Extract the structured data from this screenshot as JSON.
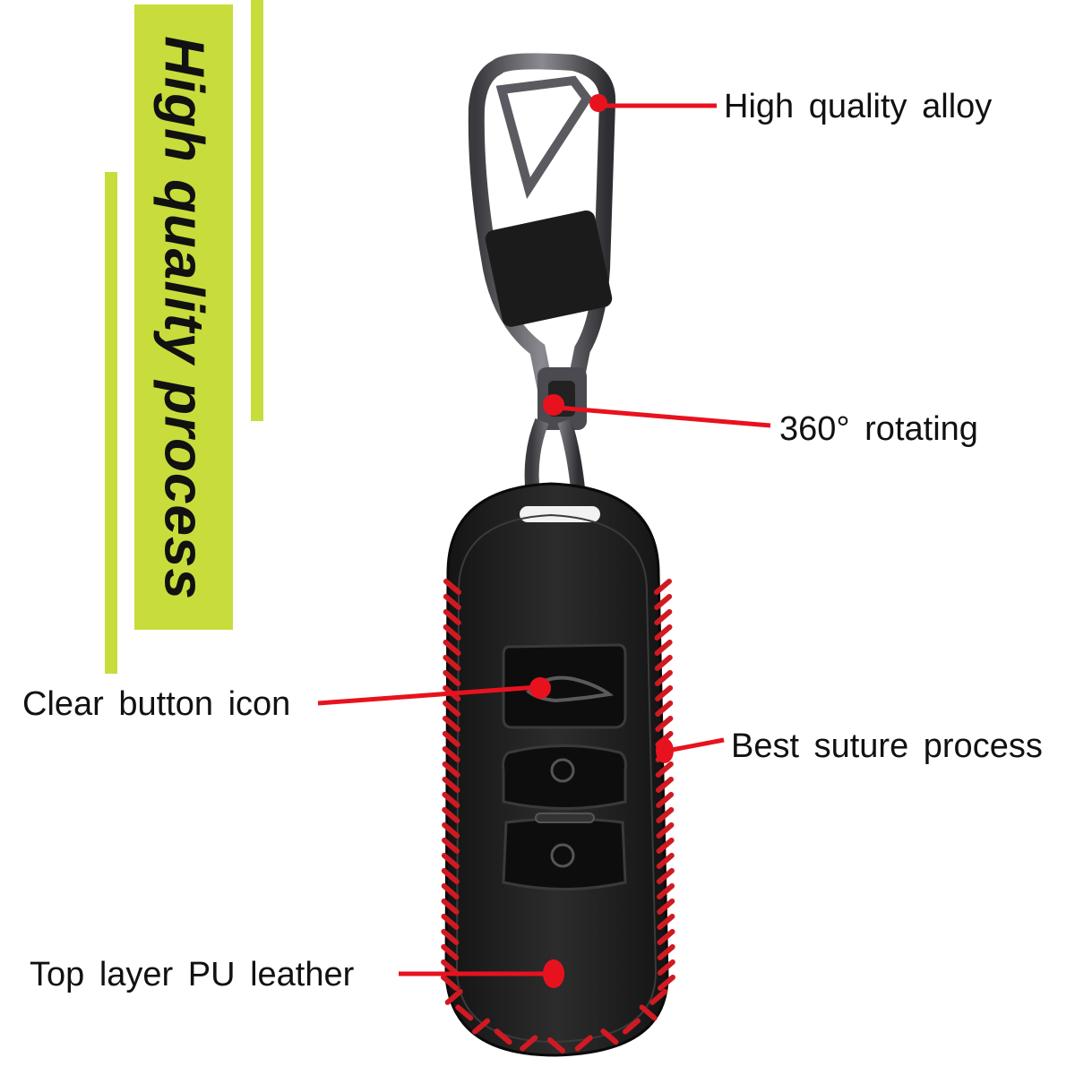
{
  "banner": {
    "title": "High quality process"
  },
  "callouts": {
    "alloy": "High quality alloy",
    "rotating": "360° rotating",
    "button_icon": "Clear button icon",
    "suture": "Best suture process",
    "leather": "Top layer PU leather"
  },
  "colors": {
    "accent": "#c8dc3c",
    "callout": "#e8121e",
    "leather": "#1e1e1e",
    "stitch": "#d01a22"
  }
}
